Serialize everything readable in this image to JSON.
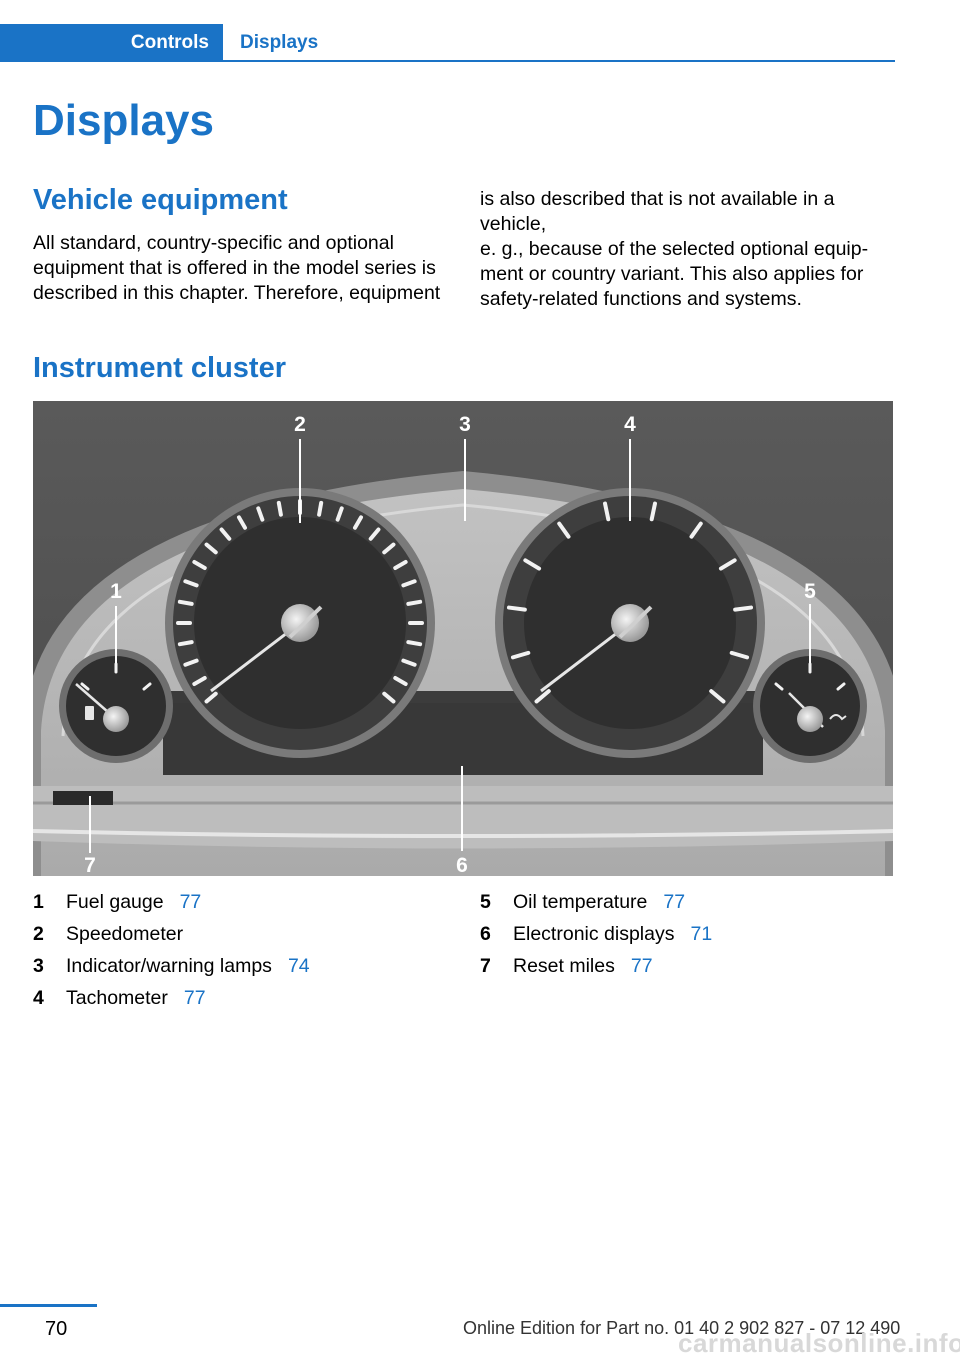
{
  "header": {
    "tab_active": "Controls",
    "tab_inactive": "Displays"
  },
  "page_title": "Displays",
  "section1": {
    "heading": "Vehicle equipment",
    "col1_lines": [
      "All standard, country-specific and optional",
      "equipment that is offered in the model series is",
      "described in this chapter. Therefore, equipment"
    ],
    "col2_lines": [
      "is also described that is not available in a vehicle,",
      "e. g., because of the selected optional equip‐",
      "ment or country variant. This also applies for",
      "safety-related functions and systems."
    ]
  },
  "section2": {
    "heading": "Instrument cluster"
  },
  "callouts": [
    "1",
    "2",
    "3",
    "4",
    "5",
    "6",
    "7"
  ],
  "legend_left": [
    {
      "num": "1",
      "label": "Fuel gauge",
      "page": "77"
    },
    {
      "num": "2",
      "label": "Speedometer",
      "page": ""
    },
    {
      "num": "3",
      "label": "Indicator/warning lamps",
      "page": "74"
    },
    {
      "num": "4",
      "label": "Tachometer",
      "page": "77"
    }
  ],
  "legend_right": [
    {
      "num": "5",
      "label": "Oil temperature",
      "page": "77"
    },
    {
      "num": "6",
      "label": "Electronic displays",
      "page": "71"
    },
    {
      "num": "7",
      "label": "Reset miles",
      "page": "77"
    }
  ],
  "footer": {
    "page_number": "70",
    "edition": "Online Edition for Part no. 01 40 2 902 827 - 07 12 490",
    "watermark": "carmanualsonline.info"
  },
  "colors": {
    "accent": "#1a73c6"
  }
}
